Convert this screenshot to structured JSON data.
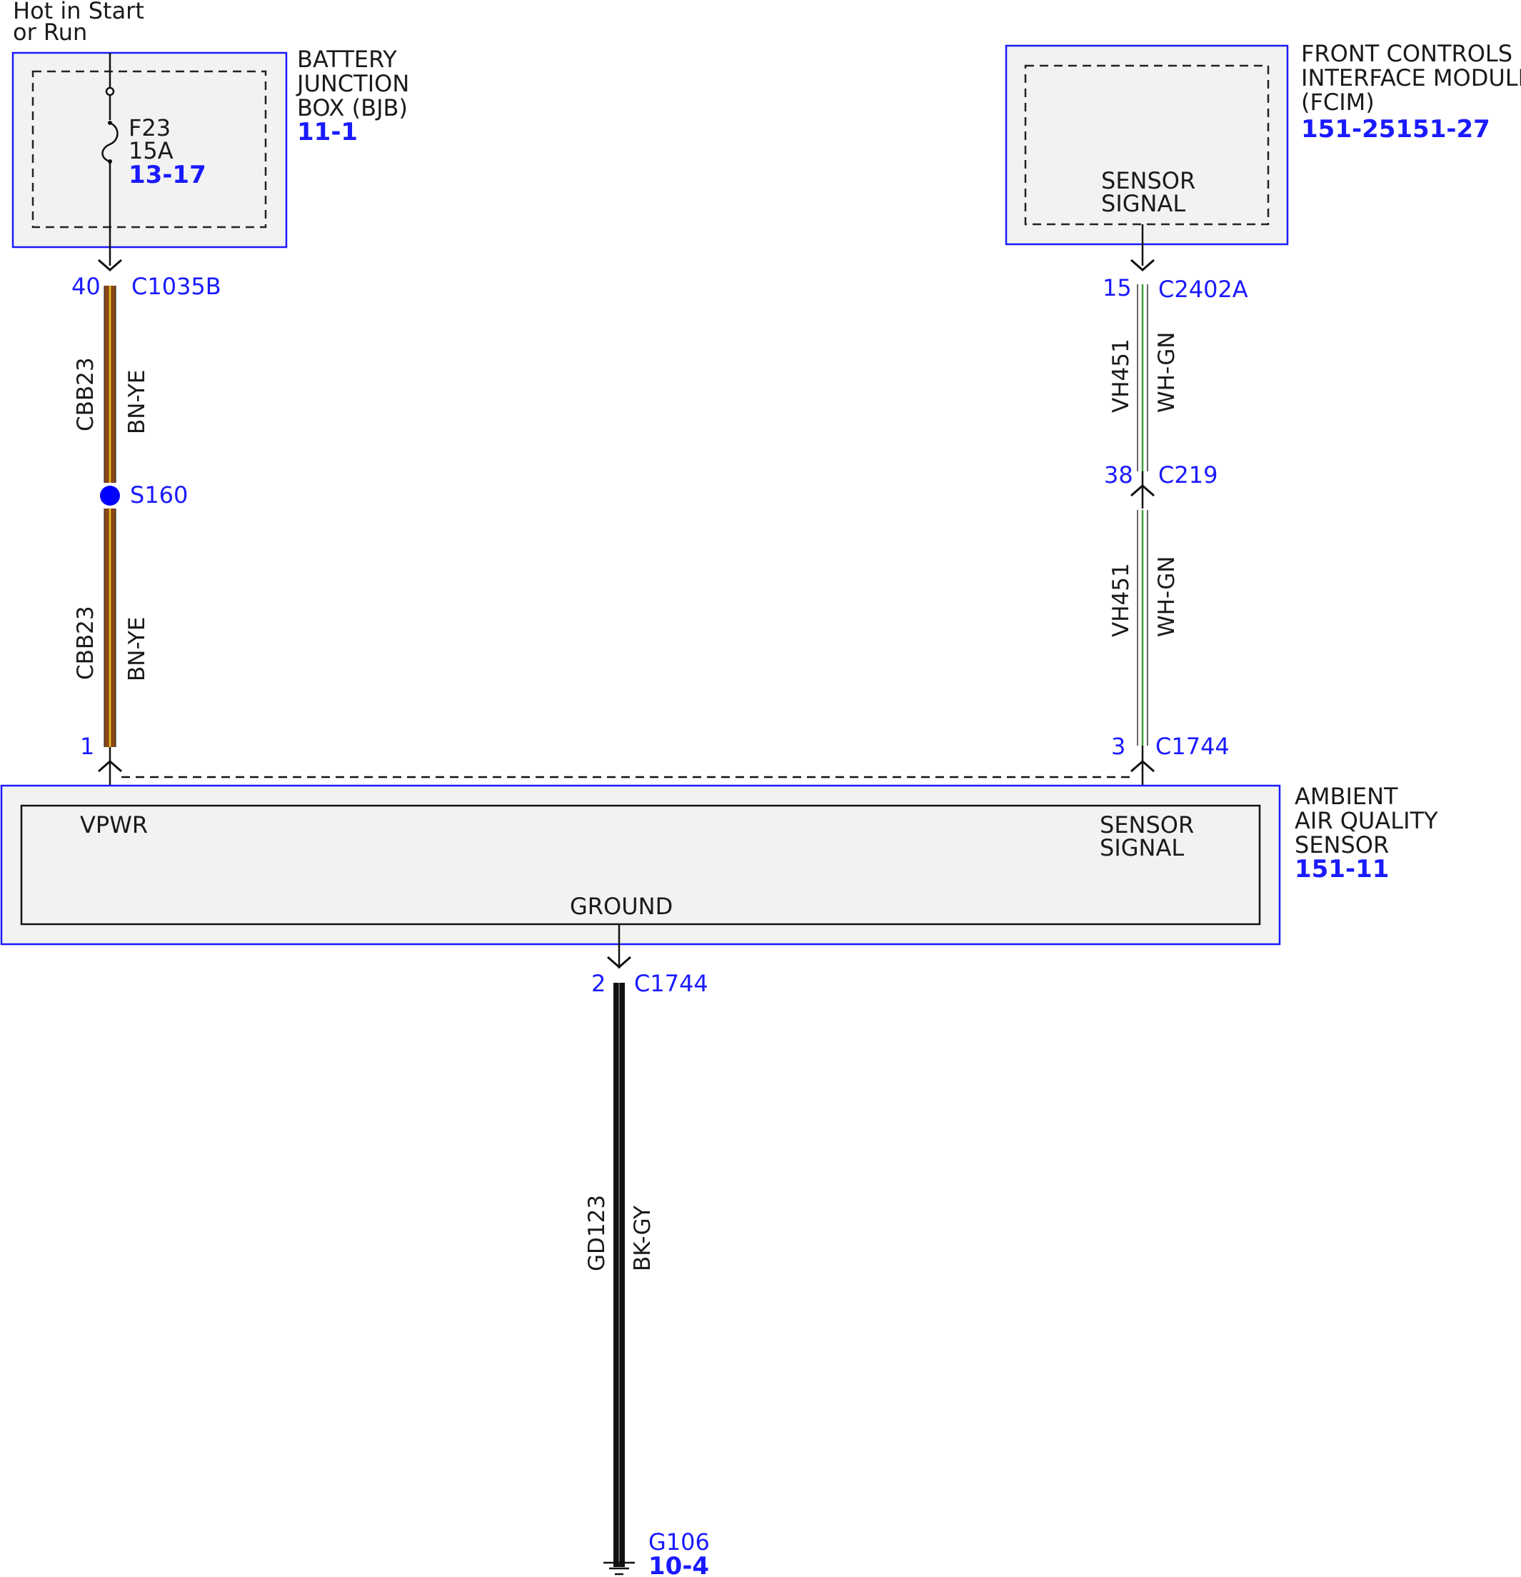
{
  "header": {
    "power_label_line1": "Hot in Start",
    "power_label_line2": "or Run"
  },
  "bjb": {
    "name_line1": "BATTERY",
    "name_line2": "JUNCTION",
    "name_line3": "BOX (BJB)",
    "ref": "11-1",
    "fuse_id": "F23",
    "fuse_rating": "15A",
    "fuse_ref": "13-17"
  },
  "fcim": {
    "name_line1": "FRONT CONTROLS",
    "name_line2": "INTERFACE MODULE",
    "name_line3": "(FCIM)",
    "ref": "151-25151-27",
    "pin_label_line1": "SENSOR",
    "pin_label_line2": "SIGNAL"
  },
  "sensor": {
    "name_line1": "AMBIENT",
    "name_line2": "AIR QUALITY",
    "name_line3": "SENSOR",
    "ref": "151-11",
    "vpwr_label": "VPWR",
    "signal_label_line1": "SENSOR",
    "signal_label_line2": "SIGNAL",
    "ground_label": "GROUND"
  },
  "connectors": {
    "bjb_out": {
      "pin": "40",
      "id": "C1035B"
    },
    "splice": {
      "id": "S160"
    },
    "sensor_vpwr": {
      "pin": "1"
    },
    "fcim_out": {
      "pin": "15",
      "id": "C2402A"
    },
    "inline": {
      "pin": "38",
      "id": "C219"
    },
    "sensor_signal": {
      "pin": "3",
      "id": "C1744"
    },
    "sensor_ground": {
      "pin": "2",
      "id": "C1744"
    },
    "ground_point": {
      "id": "G106",
      "ref": "10-4"
    }
  },
  "wires": {
    "power_upper": {
      "circuit": "CBB23",
      "color": "BN-YE"
    },
    "power_lower": {
      "circuit": "CBB23",
      "color": "BN-YE"
    },
    "signal_upper": {
      "circuit": "VH451",
      "color": "WH-GN"
    },
    "signal_lower": {
      "circuit": "VH451",
      "color": "WH-GN"
    },
    "ground": {
      "circuit": "GD123",
      "color": "BK-GY"
    }
  },
  "colors": {
    "component_border": "#1a1aff",
    "component_fill": "#f2f2f2",
    "wire_brown": "#8b4513",
    "wire_yellow": "#e8c020",
    "wire_green": "#3ca03c",
    "wire_black": "#111111",
    "splice_dot": "#0000ff"
  }
}
